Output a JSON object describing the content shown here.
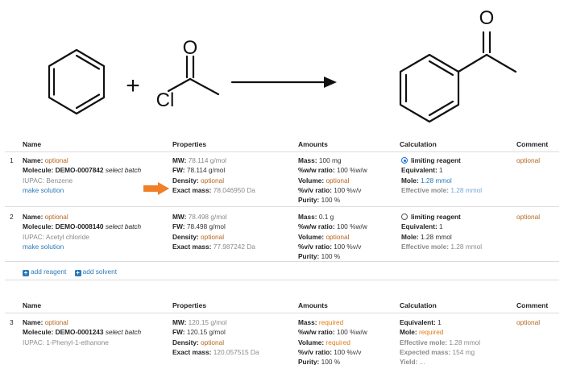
{
  "scheme": {
    "plus": "+",
    "reagent_atoms": {
      "oxygen": "O",
      "chlorine": "Cl"
    },
    "product_atoms": {
      "oxygen": "O"
    }
  },
  "table1": {
    "headers": {
      "name": "Name",
      "properties": "Properties",
      "amounts": "Amounts",
      "calculation": "Calculation",
      "comment": "Comment"
    },
    "rows": [
      {
        "num": "1",
        "name_label": "Name:",
        "name_value": "optional",
        "molecule_label": "Molecule:",
        "molecule_value": "DEMO-0007842",
        "select_batch": "select batch",
        "iupac_label": "IUPAC:",
        "iupac_value": "Benzene",
        "make_solution": "make solution",
        "mw_label": "MW:",
        "mw_value": "78.114 g/mol",
        "fw_label": "FW:",
        "fw_value": "78.114 g/mol",
        "density_label": "Density:",
        "density_value": "optional",
        "exact_label": "Exact mass:",
        "exact_value": "78.046950 Da",
        "mass_label": "Mass:",
        "mass_value": "100 mg",
        "ww_label": "%w/w ratio:",
        "ww_value": "100 %w/w",
        "volume_label": "Volume:",
        "volume_value": "optional",
        "vv_label": "%v/v ratio:",
        "vv_value": "100 %v/v",
        "purity_label": "Purity:",
        "purity_value": "100 %",
        "limiting": "limiting reagent",
        "limiting_selected": true,
        "equiv_label": "Equivalent:",
        "equiv_value": "1",
        "mole_label": "Mole:",
        "mole_value": "1.28 mmol",
        "eff_label": "Effective mole:",
        "eff_value": "1.28 mmol",
        "comment": "optional"
      },
      {
        "num": "2",
        "name_label": "Name:",
        "name_value": "optional",
        "molecule_label": "Molecule:",
        "molecule_value": "DEMO-0008140",
        "select_batch": "select batch",
        "iupac_label": "IUPAC:",
        "iupac_value": "Acetyl chloride",
        "make_solution": "make solution",
        "mw_label": "MW:",
        "mw_value": "78.498 g/mol",
        "fw_label": "FW:",
        "fw_value": "78.498 g/mol",
        "density_label": "Density:",
        "density_value": "optional",
        "exact_label": "Exact mass:",
        "exact_value": "77.987242 Da",
        "mass_label": "Mass:",
        "mass_value": "0.1 g",
        "ww_label": "%w/w ratio:",
        "ww_value": "100 %w/w",
        "volume_label": "Volume:",
        "volume_value": "optional",
        "vv_label": "%v/v ratio:",
        "vv_value": "100 %v/v",
        "purity_label": "Purity:",
        "purity_value": "100 %",
        "limiting": "limiting reagent",
        "limiting_selected": false,
        "equiv_label": "Equivalent:",
        "equiv_value": "1",
        "mole_label": "Mole:",
        "mole_value": "1.28 mmol",
        "eff_label": "Effective mole:",
        "eff_value": "1.28 mmol",
        "comment": "optional"
      }
    ],
    "add_reagent": "add reagent",
    "add_solvent": "add solvent"
  },
  "table2": {
    "headers": {
      "name": "Name",
      "properties": "Properties",
      "amounts": "Amounts",
      "calculation": "Calculation",
      "comment": "Comment"
    },
    "row": {
      "num": "3",
      "name_label": "Name:",
      "name_value": "optional",
      "molecule_label": "Molecule:",
      "molecule_value": "DEMO-0001243",
      "select_batch": "select batch",
      "iupac_label": "IUPAC:",
      "iupac_value": "1-Phenyl-1-ethanone",
      "mw_label": "MW:",
      "mw_value": "120.15 g/mol",
      "fw_label": "FW:",
      "fw_value": "120.15 g/mol",
      "density_label": "Density:",
      "density_value": "optional",
      "exact_label": "Exact mass:",
      "exact_value": "120.057515 Da",
      "mass_label": "Mass:",
      "mass_value": "required",
      "ww_label": "%w/w ratio:",
      "ww_value": "100 %w/w",
      "volume_label": "Volume:",
      "volume_value": "required",
      "vv_label": "%v/v ratio:",
      "vv_value": "100 %v/v",
      "purity_label": "Purity:",
      "purity_value": "100 %",
      "equiv_label": "Equivalent:",
      "equiv_value": "1",
      "mole_label": "Mole:",
      "mole_value": "required",
      "eff_label": "Effective mole:",
      "eff_value": "1.28 mmol",
      "expected_label": "Expected mass:",
      "expected_value": "154 mg",
      "yield_label": "Yield:",
      "yield_value": "...",
      "comment": "optional"
    }
  },
  "colors": {
    "link": "#2a7ab8",
    "required": "#e07b12",
    "optional": "#b5651d",
    "indicator_arrow": "#f07f27"
  }
}
